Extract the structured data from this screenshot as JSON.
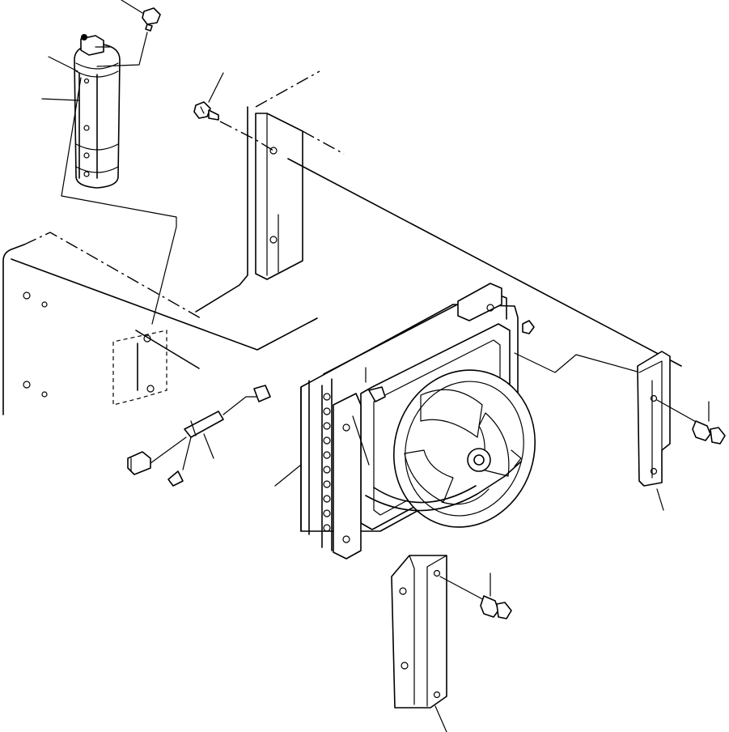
{
  "diagram": {
    "type": "exploded-parts-view",
    "background": "#ffffff",
    "line_color": "#000000",
    "parts": [
      {
        "id": "receiver-drier",
        "icon": "receiver-drier-icon"
      },
      {
        "id": "drier-bolt",
        "icon": "bolt-icon"
      },
      {
        "id": "pressure-switch",
        "icon": "switch-icon"
      },
      {
        "id": "drier-bracket",
        "icon": "bracket-icon"
      },
      {
        "id": "upper-frame-bracket",
        "icon": "bracket-icon"
      },
      {
        "id": "upper-frame-bolt",
        "icon": "bolt-icon"
      },
      {
        "id": "cab-panel",
        "icon": "panel-icon"
      },
      {
        "id": "wire-harness",
        "icon": "harness-icon"
      },
      {
        "id": "condenser-assembly",
        "icon": "condenser-icon"
      },
      {
        "id": "fan-motor",
        "icon": "fan-icon"
      },
      {
        "id": "right-bracket",
        "icon": "bracket-icon"
      },
      {
        "id": "right-bolt",
        "icon": "bolt-icon"
      },
      {
        "id": "lower-bracket",
        "icon": "bracket-icon"
      },
      {
        "id": "lower-bolt",
        "icon": "bolt-icon"
      }
    ]
  }
}
